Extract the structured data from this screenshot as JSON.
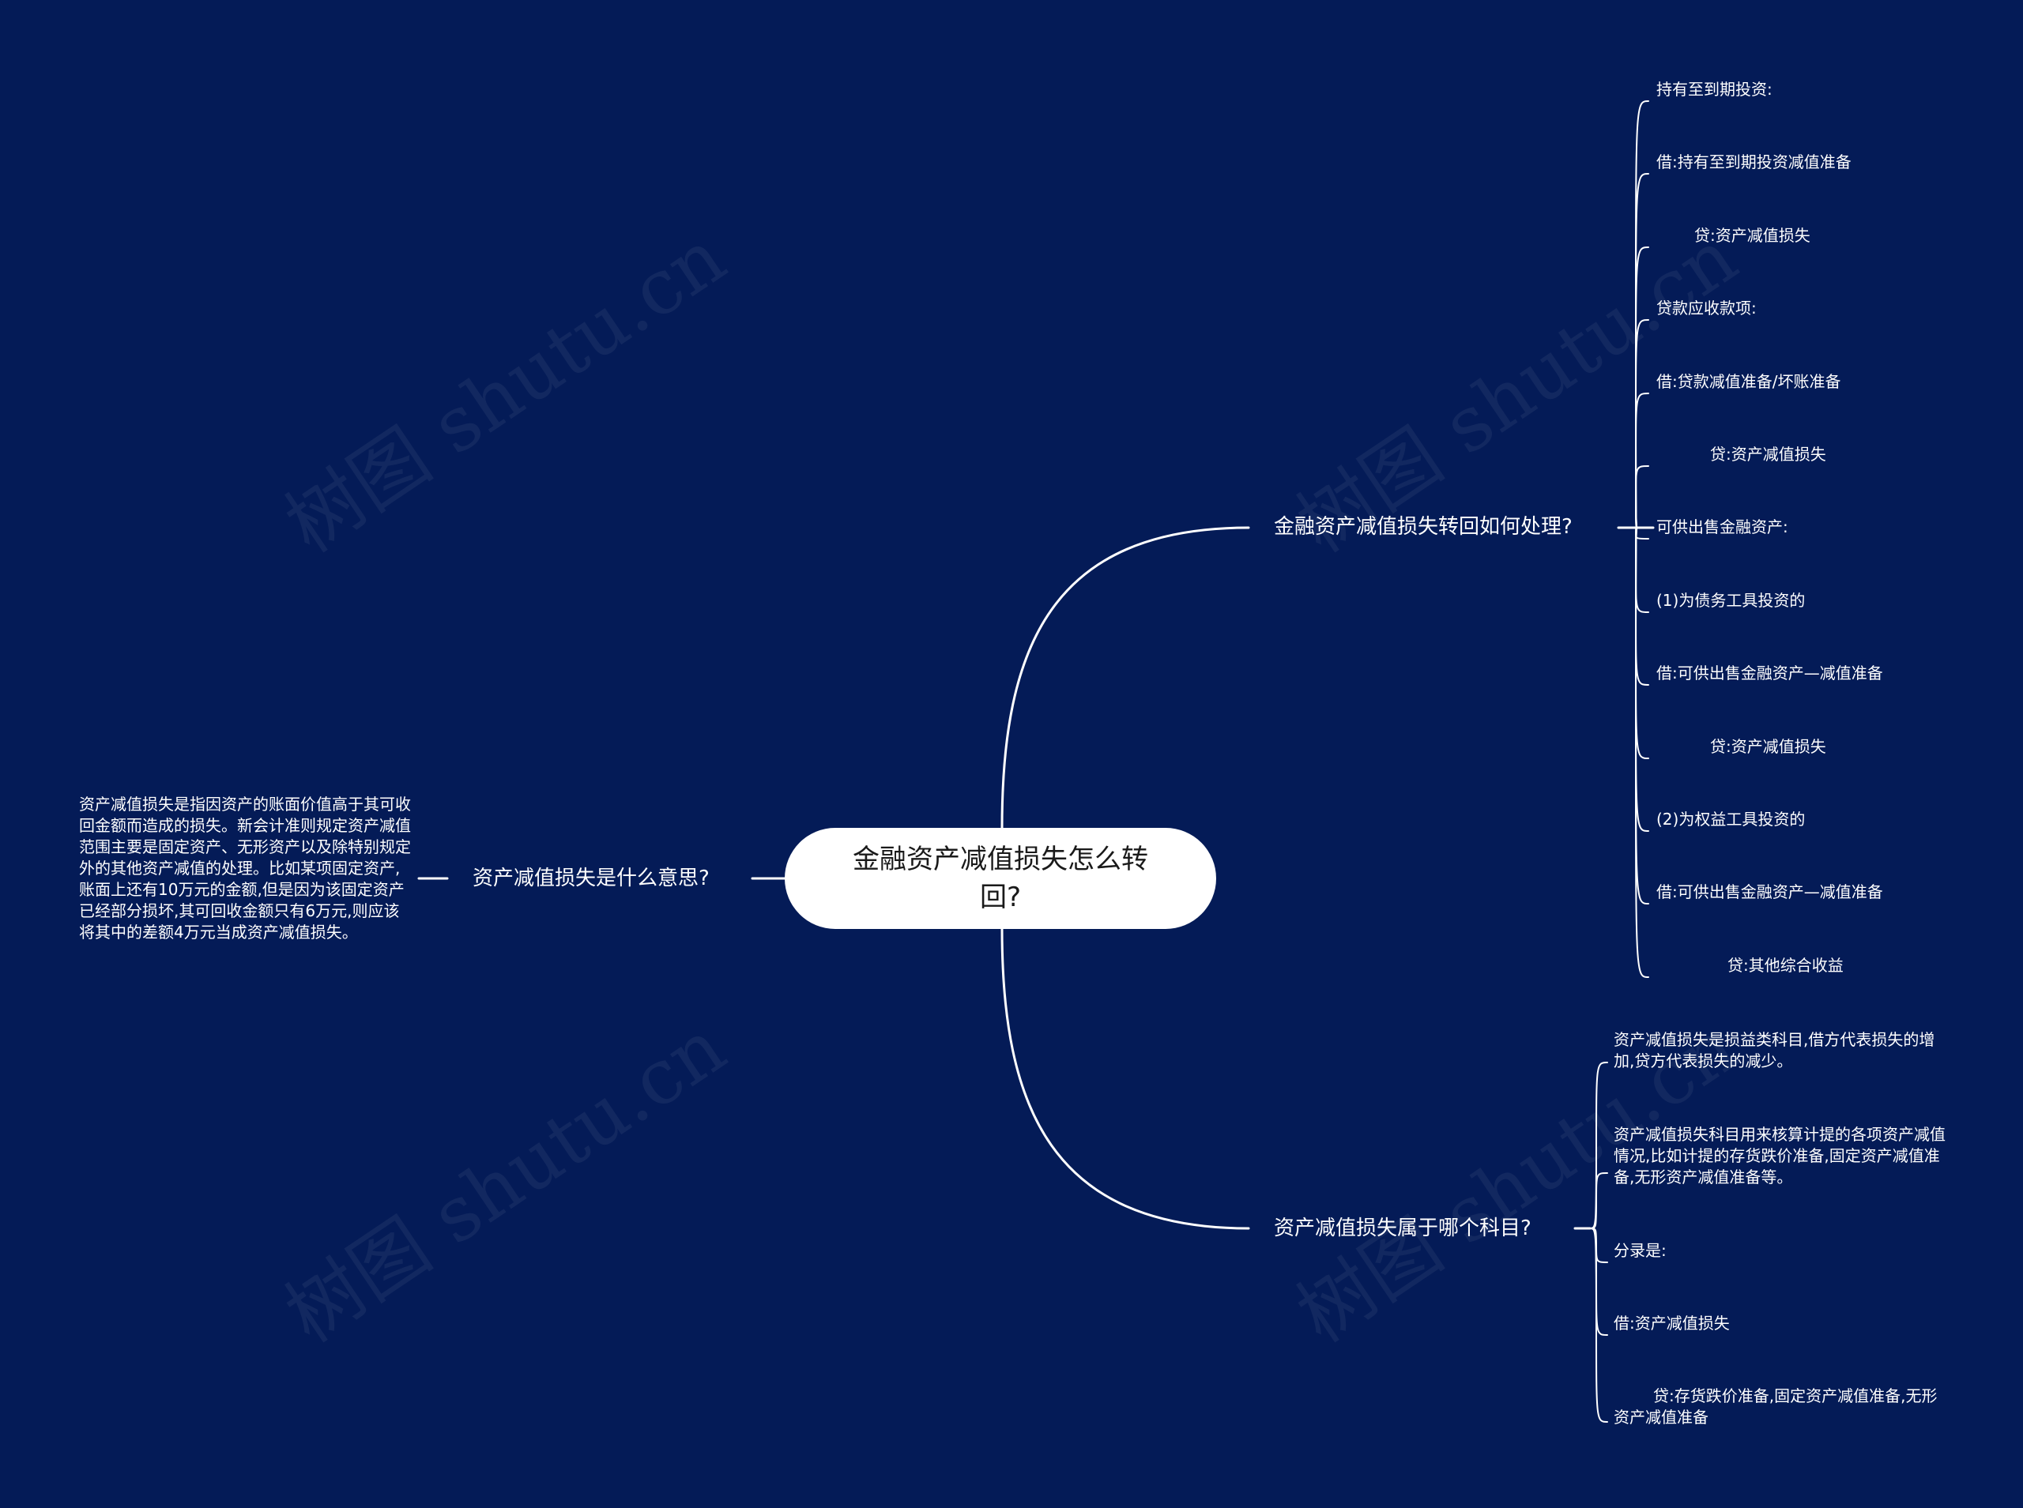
{
  "watermark": "树图 shutu.cn",
  "root": {
    "label": "金融资产减值损失怎么转回?"
  },
  "branches": [
    {
      "label": "金融资产减值损失转回如何处理?",
      "children": [
        "持有至到期投资:",
        "借:持有至到期投资减值准备",
        "贷:资产减值损失",
        "贷款应收款项:",
        "借:贷款减值准备/坏账准备",
        "贷:资产减值损失",
        "可供出售金融资产:",
        "(1)为债务工具投资的",
        "借:可供出售金融资产—减值准备",
        "贷:资产减值损失",
        "(2)为权益工具投资的",
        "借:可供出售金融资产—减值准备",
        "贷:其他综合收益"
      ]
    },
    {
      "label": "资产减值损失是什么意思?",
      "children": [
        "资产减值损失是指因资产的账面价值高于其可收回金额而造成的损失。新会计准则规定资产减值范围主要是固定资产、无形资产以及除特别规定外的其他资产减值的处理。比如某项固定资产,账面上还有10万元的金额,但是因为该固定资产已经部分损坏,其可回收金额只有6万元,则应该将其中的差额4万元当成资产减值损失。"
      ]
    },
    {
      "label": "资产减值损失属于哪个科目?",
      "children": [
        "资产减值损失是损益类科目,借方代表损失的增加,贷方代表损失的减少。",
        "资产减值损失科目用来核算计提的各项资产减值情况,比如计提的存货跌价准备,固定资产减值准备,无形资产减值准备等。",
        "分录是:",
        "借:资产减值损失",
        "贷:存货跌价准备,固定资产减值准备,无形资产减值准备"
      ]
    }
  ]
}
